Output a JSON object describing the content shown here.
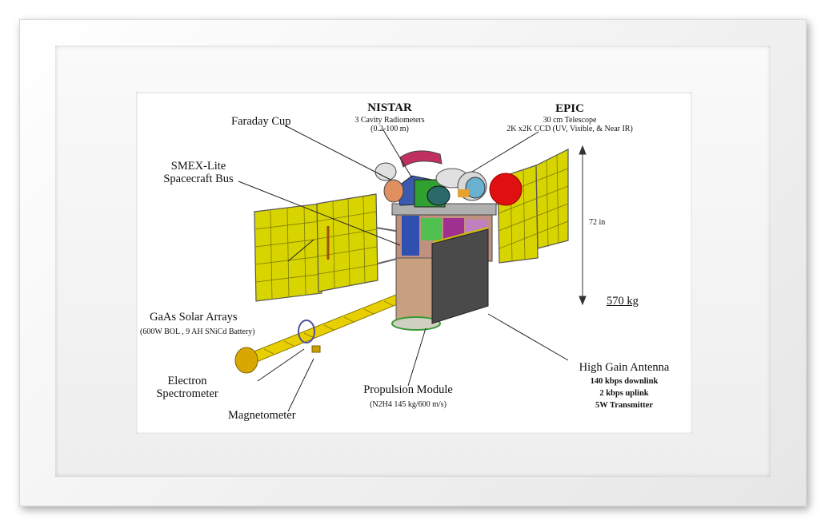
{
  "labels": {
    "nistar_title": "NISTAR",
    "nistar_sub1": "3 Cavity Radiometers",
    "nistar_sub2": "(0.2-100 m)",
    "epic_title": "EPIC",
    "epic_sub1": "30 cm Telescope",
    "epic_sub2": "2K x2K CCD (UV, Visible, & Near IR)",
    "faraday_cup": "Faraday Cup",
    "smex_line1": "SMEX-Lite",
    "smex_line2": "Spacecraft Bus",
    "height": "72 in",
    "mass": "570 kg",
    "solar_arrays": "GaAs Solar Arrays",
    "solar_arrays_sub": "(600W BOL , 9 AH SNiCd Battery)",
    "electron_line1": "Electron",
    "electron_line2": "Spectrometer",
    "magnetometer": "Magnetometer",
    "propulsion": "Propulsion Module",
    "propulsion_sub": "(N2H4  145 kg/600 m/s)",
    "hga": "High Gain Antenna",
    "hga_sub1": "140 kbps downlink",
    "hga_sub2": "2 kbps uplink",
    "hga_sub3": "5W Transmitter"
  },
  "colors": {
    "solar_cell": "#d8d400",
    "solar_frame": "#6a6a6a",
    "hga_dish": "#e01010",
    "bus_panel": "#4a4a4a",
    "boom": "#c8b400",
    "propulsion": "#c8a080"
  }
}
